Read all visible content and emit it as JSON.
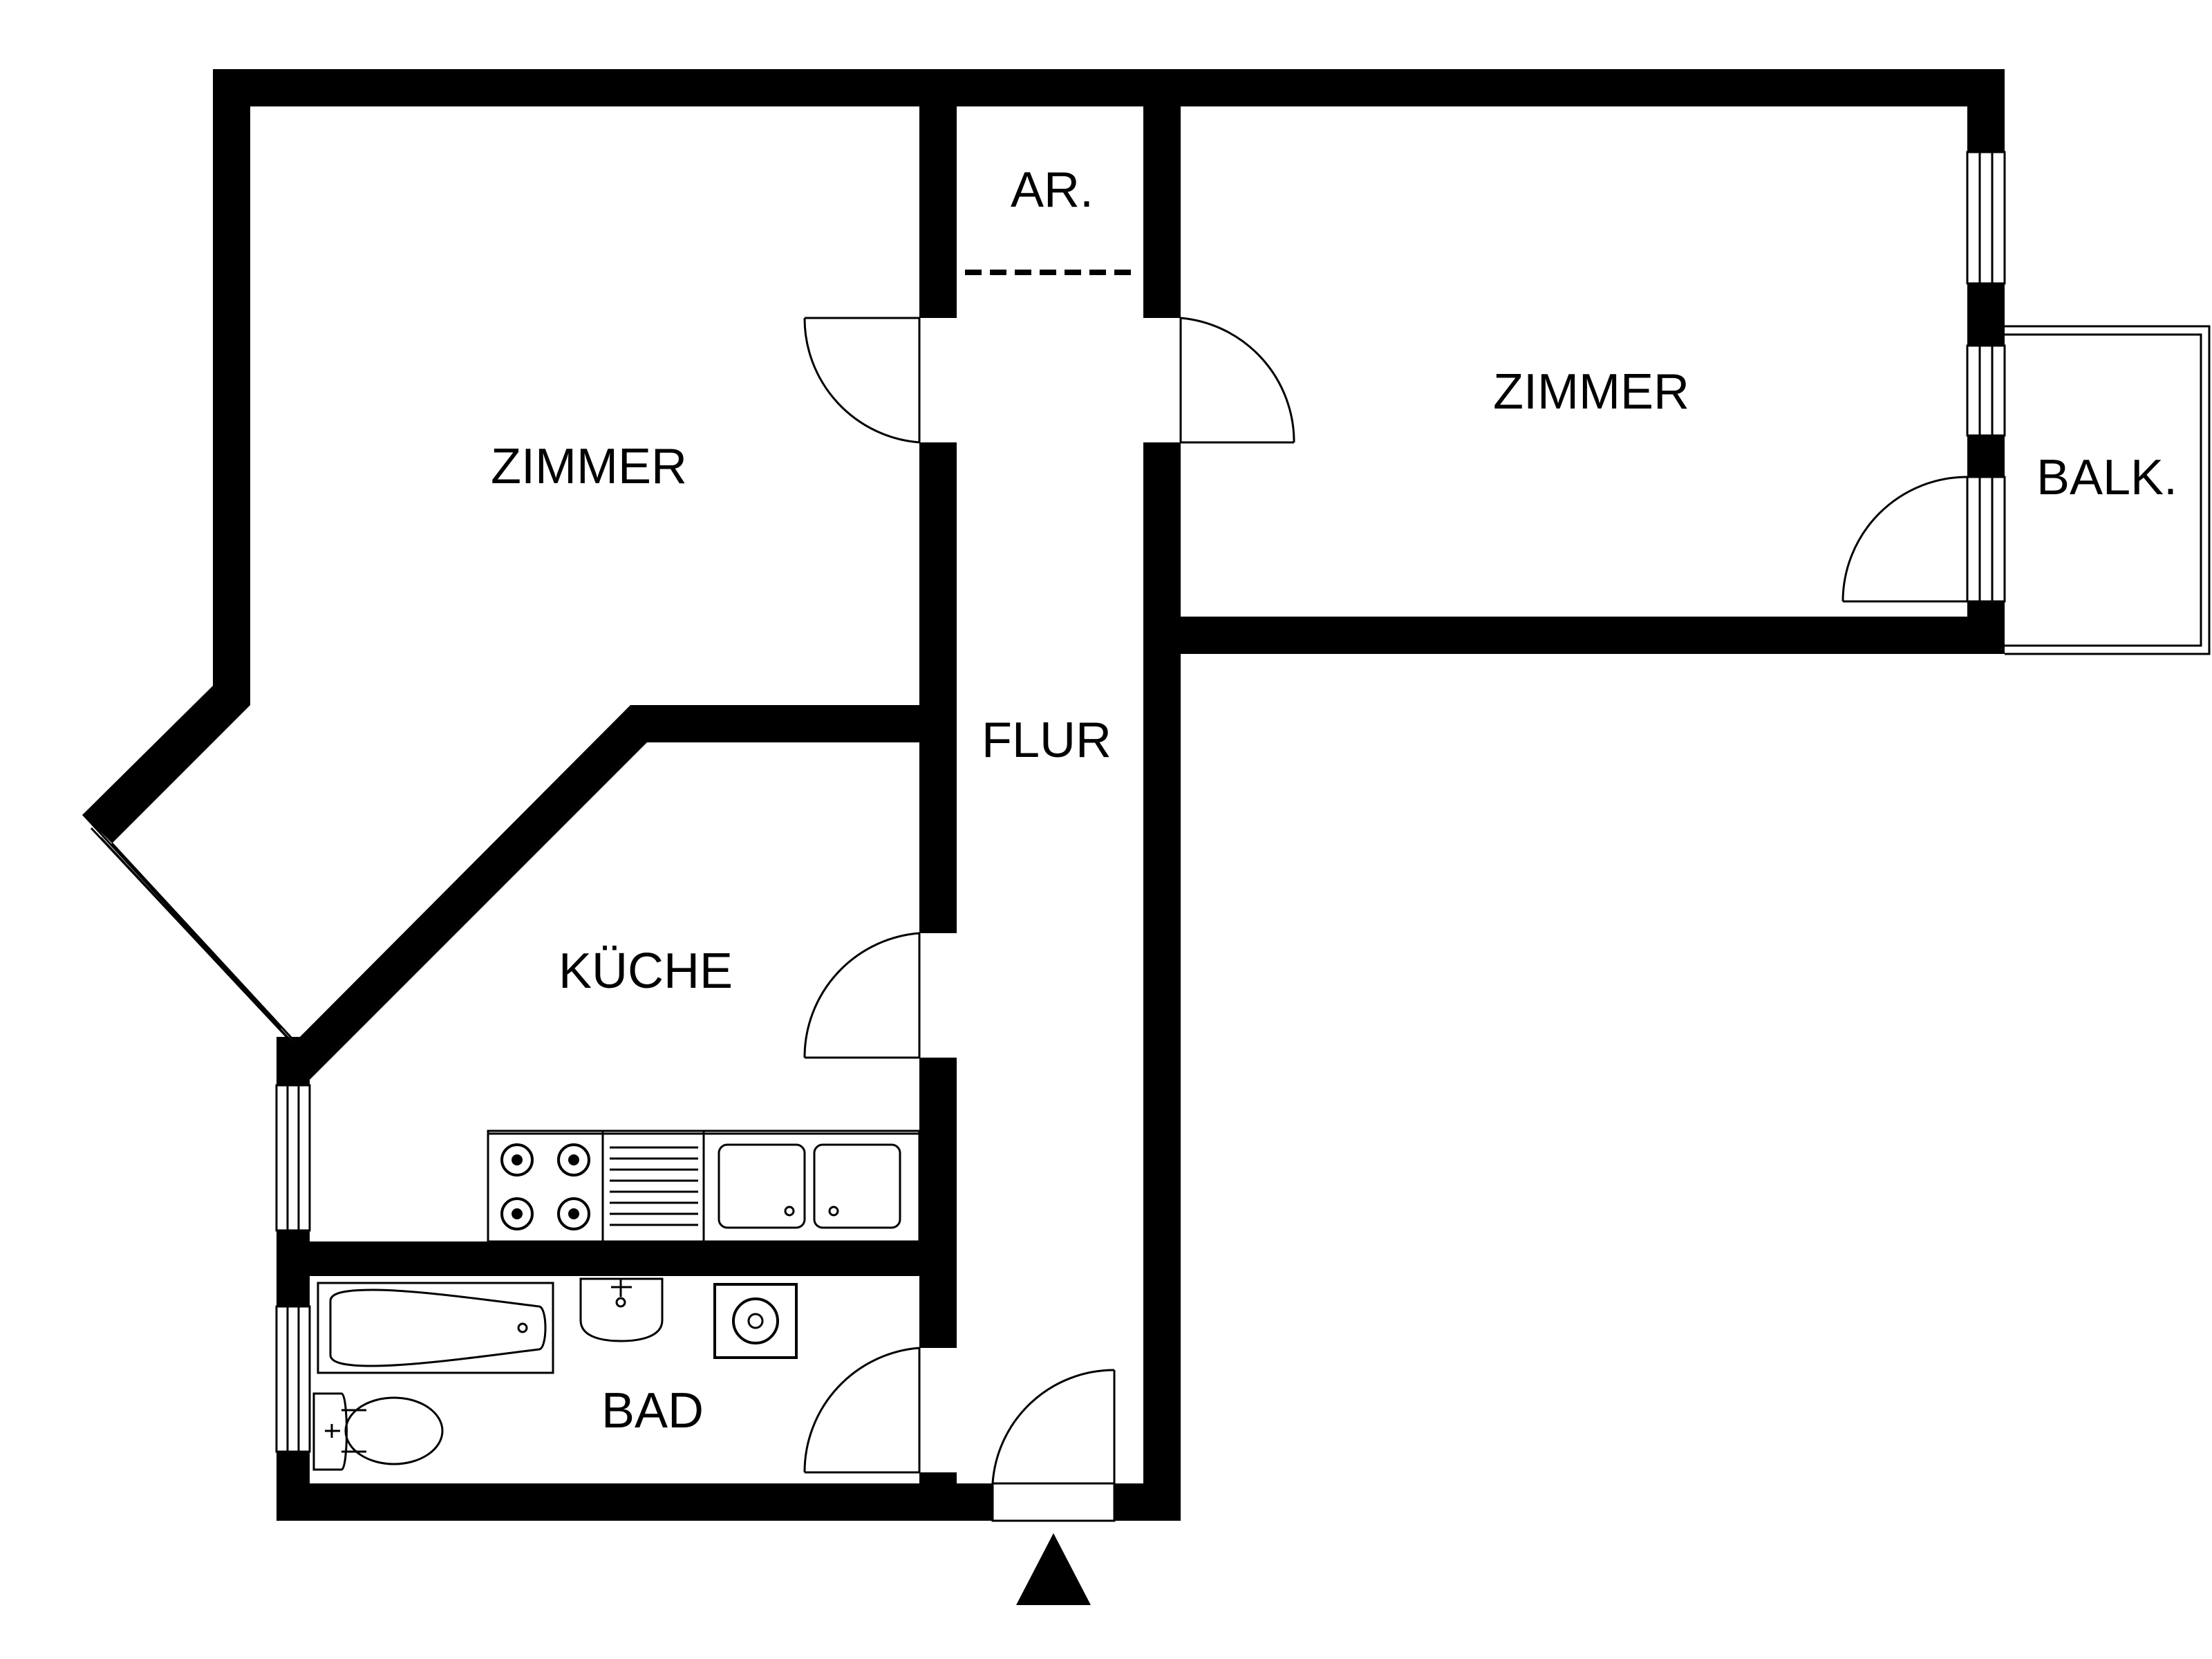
{
  "rooms": {
    "left_room": "ZIMMER",
    "storage": "AR.",
    "right_room": "ZIMMER",
    "balcony": "BALK.",
    "hallway": "FLUR",
    "kitchen": "KÜCHE",
    "bathroom": "BAD"
  },
  "colors": {
    "wall": "#000000",
    "background": "#ffffff"
  },
  "icons": {
    "entrance": "entrance-arrow-icon"
  }
}
